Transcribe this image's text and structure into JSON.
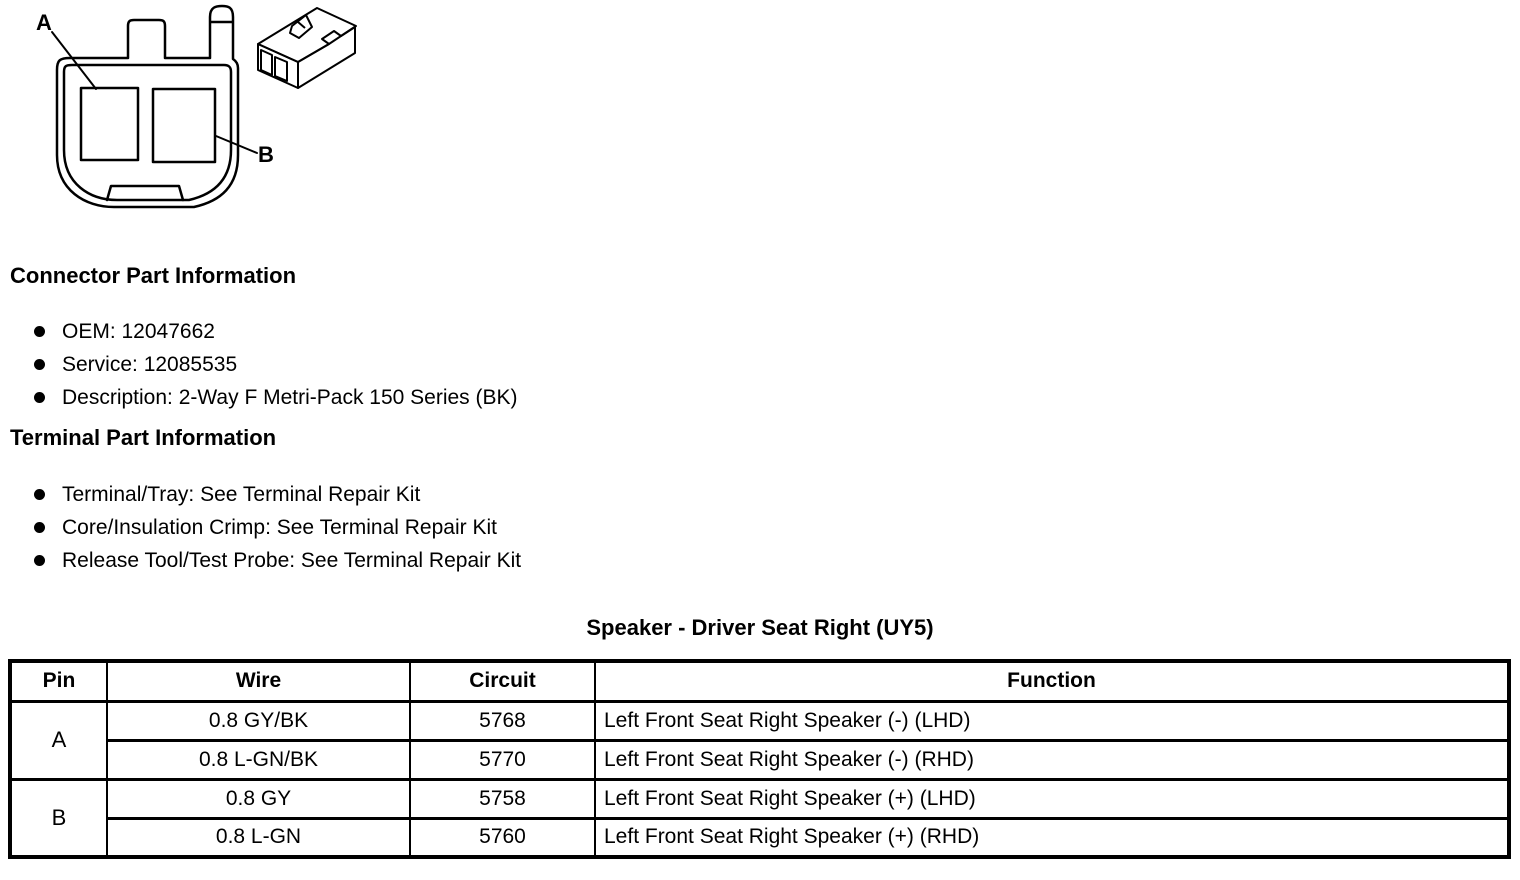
{
  "diagram": {
    "label_a": "A",
    "label_b": "B"
  },
  "connector_section": {
    "heading": "Connector Part Information",
    "items": [
      "OEM: 12047662",
      "Service: 12085535",
      "Description: 2-Way F Metri-Pack 150 Series (BK)"
    ]
  },
  "terminal_section": {
    "heading": "Terminal Part Information",
    "items": [
      "Terminal/Tray: See Terminal Repair Kit",
      "Core/Insulation Crimp: See Terminal Repair Kit",
      "Release Tool/Test Probe: See Terminal Repair Kit"
    ]
  },
  "table": {
    "title": "Speaker - Driver Seat Right (UY5)",
    "headers": [
      "Pin",
      "Wire",
      "Circuit",
      "Function"
    ],
    "groups": [
      {
        "pin": "A",
        "rows": [
          {
            "wire": "0.8 GY/BK",
            "circuit": "5768",
            "function": "Left Front Seat Right Speaker (-) (LHD)"
          },
          {
            "wire": "0.8 L-GN/BK",
            "circuit": "5770",
            "function": "Left Front Seat Right Speaker (-) (RHD)"
          }
        ]
      },
      {
        "pin": "B",
        "rows": [
          {
            "wire": "0.8 GY",
            "circuit": "5758",
            "function": "Left Front Seat Right Speaker (+) (LHD)"
          },
          {
            "wire": "0.8 L-GN",
            "circuit": "5760",
            "function": "Left Front Seat Right Speaker (+) (RHD)"
          }
        ]
      }
    ]
  }
}
